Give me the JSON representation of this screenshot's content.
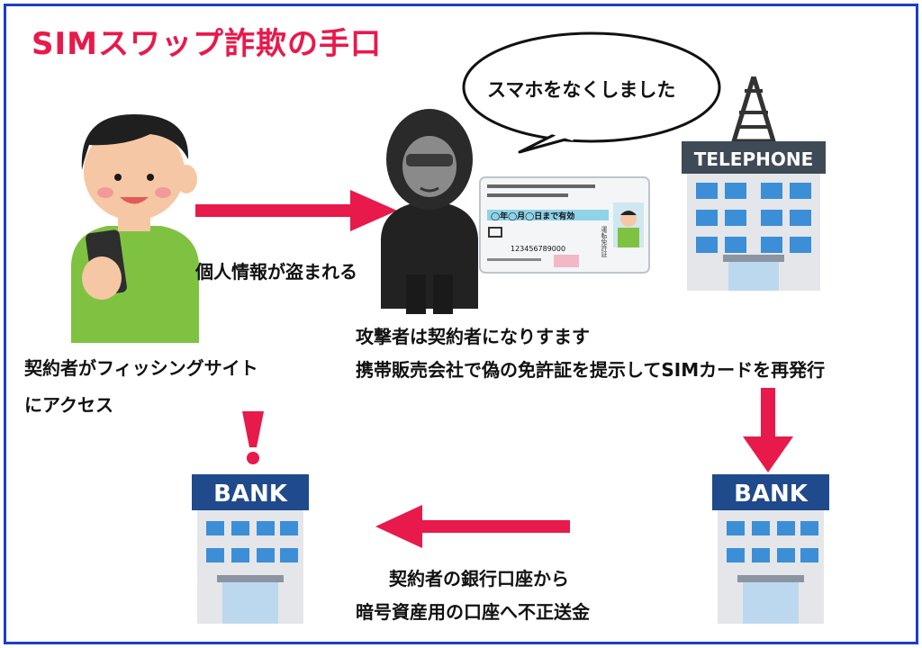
{
  "title": "SIMスワップ詐欺の手口",
  "speech": "スマホをなくしました",
  "arrow_label": "個人情報が盗まれる",
  "victim": {
    "line1": "契約者がフィッシングサイト",
    "line2": "にアクセス"
  },
  "attacker": {
    "line1": "攻撃者は契約者になりすます",
    "line2": "携帯販売会社で偽の免許証を提示してSIMカードを再発行"
  },
  "transfer": {
    "line1": "契約者の銀行口座から",
    "line2": "暗号資産用の口座へ不正送金"
  },
  "telephone_sign": "TELEPHONE",
  "bank_sign": "BANK",
  "license": {
    "header": "◯年◯月◯日まで有効",
    "number": "123456789000",
    "side_label": "運転免許証"
  },
  "alert_mark": "!",
  "colors": {
    "title": "#e8194b",
    "arrow": "#e8194b",
    "frame": "#1a3ec9",
    "sign": "#1f4a8c"
  }
}
